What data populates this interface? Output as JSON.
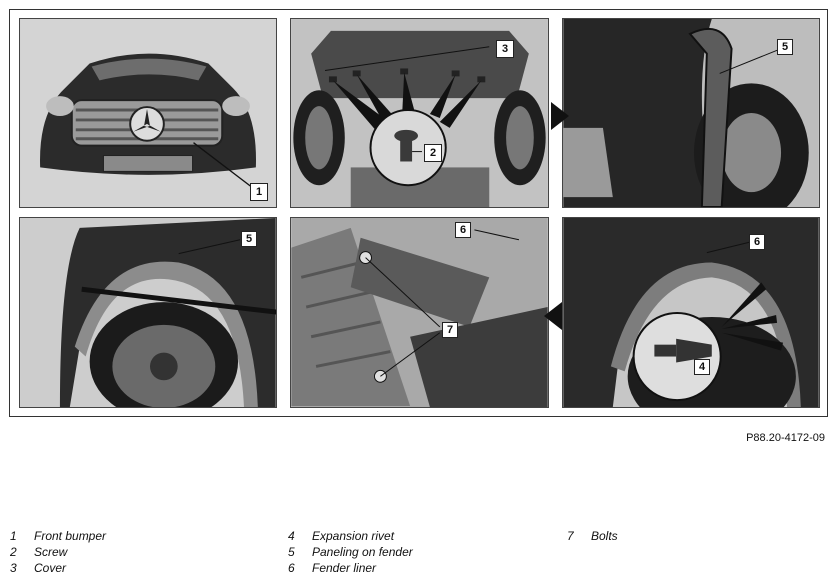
{
  "figure": {
    "code": "P88.20-4172-09",
    "callouts": {
      "p1": "1",
      "p2_cover": "3",
      "p2_screw": "2",
      "p3": "5",
      "p4": "5",
      "p5_liner": "6",
      "p5_bolts": "7",
      "p6_liner": "6",
      "p6_rivet": "4"
    },
    "colors": {
      "frame": "#333333",
      "photo_bg": "#cfcfcf",
      "arrow": "#111111"
    }
  },
  "legend": [
    [
      {
        "num": "1",
        "label": "Front bumper"
      },
      {
        "num": "2",
        "label": "Screw"
      },
      {
        "num": "3",
        "label": "Cover"
      }
    ],
    [
      {
        "num": "4",
        "label": "Expansion rivet"
      },
      {
        "num": "5",
        "label": "Paneling on fender"
      },
      {
        "num": "6",
        "label": "Fender liner"
      }
    ],
    [
      {
        "num": "7",
        "label": "Bolts"
      }
    ]
  ]
}
